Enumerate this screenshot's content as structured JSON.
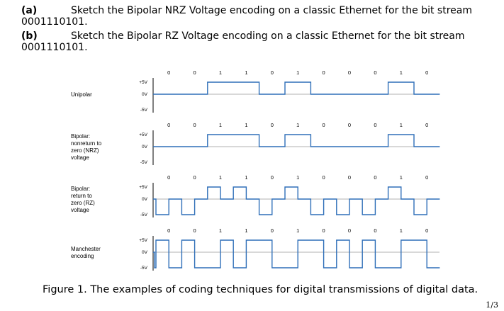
{
  "question_a": {
    "label": "(a)",
    "text": "Sketch the Bipolar NRZ Voltage encoding on a classic Ethernet for the bit stream",
    "bits": "0001110101."
  },
  "question_b": {
    "label": "(b)",
    "text": "Sketch the Bipolar RZ Voltage encoding on a classic Ethernet for the bit stream",
    "bits": "0001110101."
  },
  "figure": {
    "bits": [
      0,
      0,
      1,
      1,
      0,
      1,
      0,
      0,
      0,
      1,
      0
    ],
    "panels": [
      {
        "id": "unipolar",
        "label": [
          "Unipolar"
        ],
        "levels": [
          "+5V",
          "0V",
          "-5V"
        ],
        "type": "unipolar"
      },
      {
        "id": "nrz",
        "label": [
          "Bipolar:",
          "nonreturn to",
          "zero (NRZ)",
          "voltage"
        ],
        "levels": [
          "+5V",
          "0V",
          "-5V"
        ],
        "type": "nrz"
      },
      {
        "id": "rz",
        "label": [
          "Bipolar:",
          "return to",
          "zero (RZ)",
          "voltage"
        ],
        "levels": [
          "+5V",
          "0V",
          "-5V"
        ],
        "type": "rz"
      },
      {
        "id": "manchester",
        "label": [
          "Manchester",
          "encoding"
        ],
        "levels": [
          "+5V",
          "0V",
          "-5V"
        ],
        "type": "manchester"
      }
    ],
    "caption": "Figure 1.  The examples of coding techniques for digital transmissions of digital data."
  },
  "page_number": "1/3"
}
